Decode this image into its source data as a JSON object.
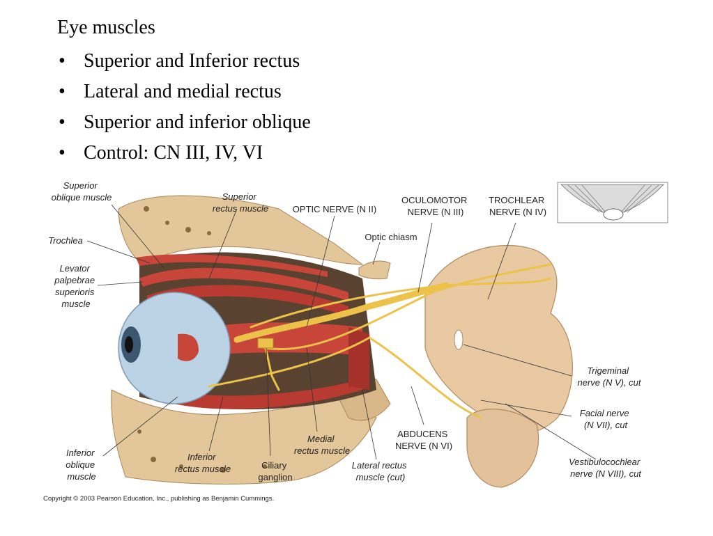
{
  "slide": {
    "heading": "Eye muscles",
    "bullet_glyph": "•",
    "bullets": [
      "Superior and Inferior rectus",
      "Lateral and medial rectus",
      "Superior and inferior oblique",
      "Control: CN III, IV, VI"
    ]
  },
  "diagram": {
    "labels": {
      "superior_oblique": [
        "Superior",
        "oblique muscle"
      ],
      "superior_rectus": [
        "Superior",
        "rectus muscle"
      ],
      "optic_nerve": [
        "OPTIC NERVE (N II)"
      ],
      "oculomotor": [
        "OCULOMOTOR",
        "NERVE (N III)"
      ],
      "trochlear": [
        "TROCHLEAR",
        "NERVE (N IV)"
      ],
      "trochlea": [
        "Trochlea"
      ],
      "optic_chiasm": [
        "Optic chiasm"
      ],
      "levator": [
        "Levator",
        "palpebrae",
        "superioris",
        "muscle"
      ],
      "trigeminal": [
        "Trigeminal",
        "nerve (N V), cut"
      ],
      "facial": [
        "Facial nerve",
        "(N VII), cut"
      ],
      "abducens": [
        "ABDUCENS",
        "NERVE (N VI)"
      ],
      "medial_rectus": [
        "Medial",
        "rectus muscle"
      ],
      "inferior_oblique": [
        "Inferior",
        "oblique",
        "muscle"
      ],
      "inferior_rectus": [
        "Inferior",
        "rectus muscle"
      ],
      "ciliary_ganglion": [
        "Ciliary",
        "ganglion"
      ],
      "lateral_rectus": [
        "Lateral rectus",
        "muscle (cut)"
      ],
      "vestibulocochlear": [
        "Vestibulocochlear",
        "nerve (N VIII), cut"
      ]
    },
    "copyright": "Copyright © 2003 Pearson Education, Inc., publishing as Benjamin Cummings.",
    "colors": {
      "bone": "#e3c79a",
      "muscle": "#c8453a",
      "nerve": "#ecc24a",
      "eyeball": "#bcd3e6",
      "brainstem": "#e8c9a2"
    }
  }
}
